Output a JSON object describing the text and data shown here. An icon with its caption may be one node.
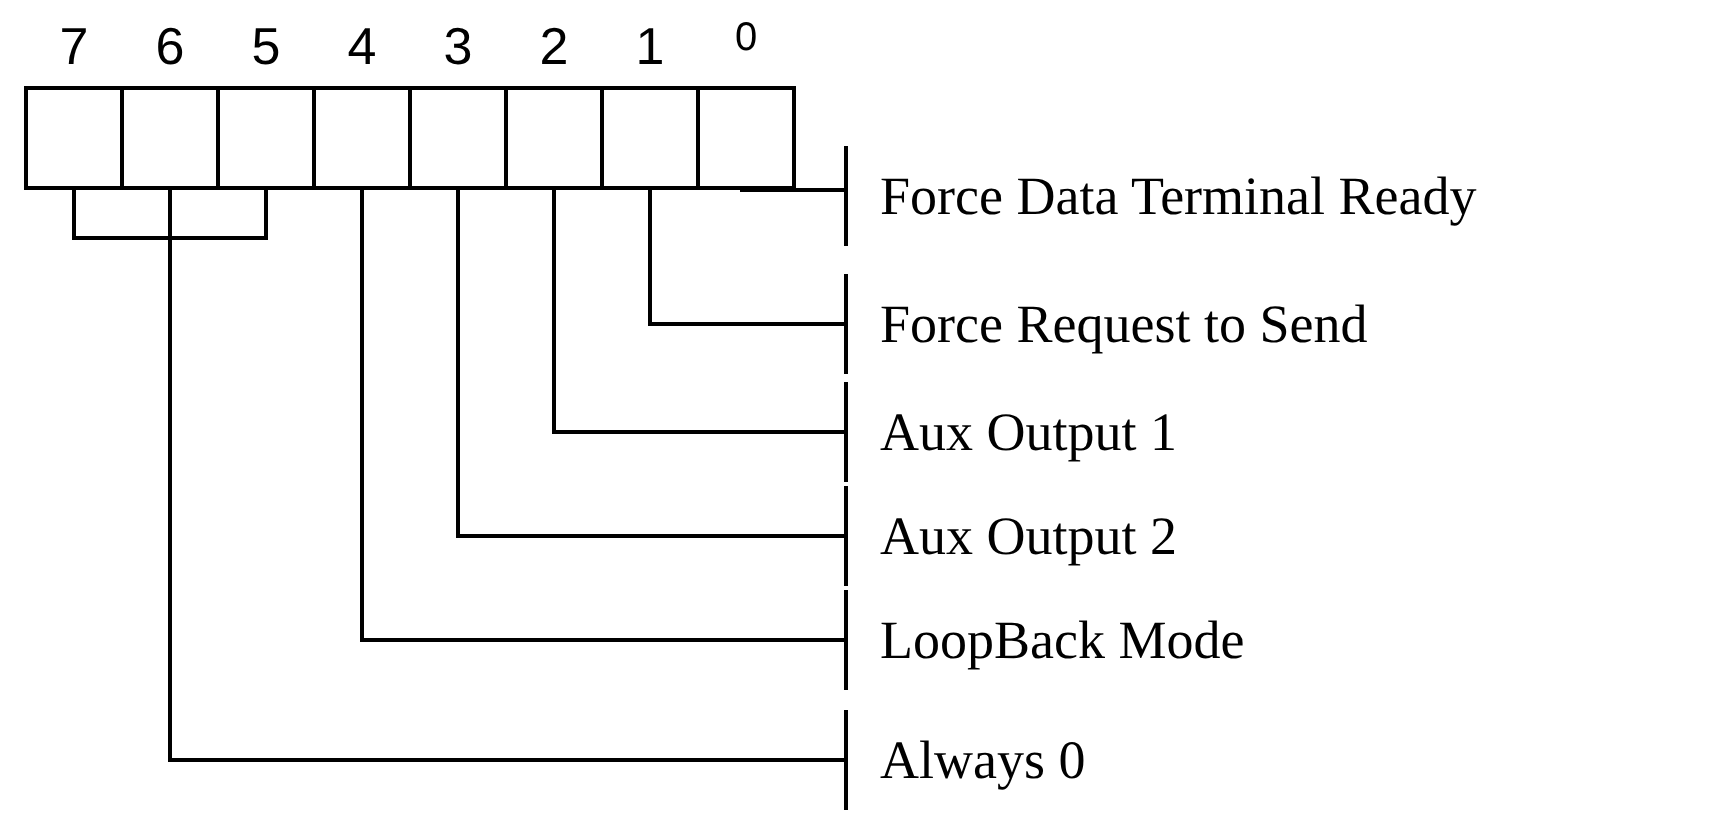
{
  "diagram": {
    "nodes": [
      {
        "text": [
          "7"
        ]
      },
      {
        "text": [
          "6"
        ]
      },
      {
        "text": [
          "5"
        ]
      },
      {
        "text": [
          "4"
        ]
      },
      {
        "text": [
          "3"
        ]
      },
      {
        "text": [
          "2"
        ]
      },
      {
        "text": [
          "1"
        ]
      },
      {
        "text": [
          "0"
        ]
      },
      {
        "text": [
          "Force Data Terminal Ready"
        ]
      },
      {
        "text": [
          "Force Request to Send"
        ]
      },
      {
        "text": [
          "Aux Output 1"
        ]
      },
      {
        "text": [
          "Aux Output 2"
        ]
      },
      {
        "text": [
          "LoopBack Mode"
        ]
      },
      {
        "text": [
          "Always 0"
        ]
      }
    ],
    "edges": [
      {
        "from": 0,
        "to": 13,
        "arrow": "none"
      },
      {
        "from": 1,
        "to": 13,
        "arrow": "none"
      },
      {
        "from": 2,
        "to": 13,
        "arrow": "none"
      },
      {
        "from": 3,
        "to": 12,
        "arrow": "none"
      },
      {
        "from": 4,
        "to": 11,
        "arrow": "none"
      },
      {
        "from": 5,
        "to": 10,
        "arrow": "none"
      },
      {
        "from": 6,
        "to": 9,
        "arrow": "none"
      },
      {
        "from": 7,
        "to": 8,
        "arrow": "none"
      }
    ]
  }
}
